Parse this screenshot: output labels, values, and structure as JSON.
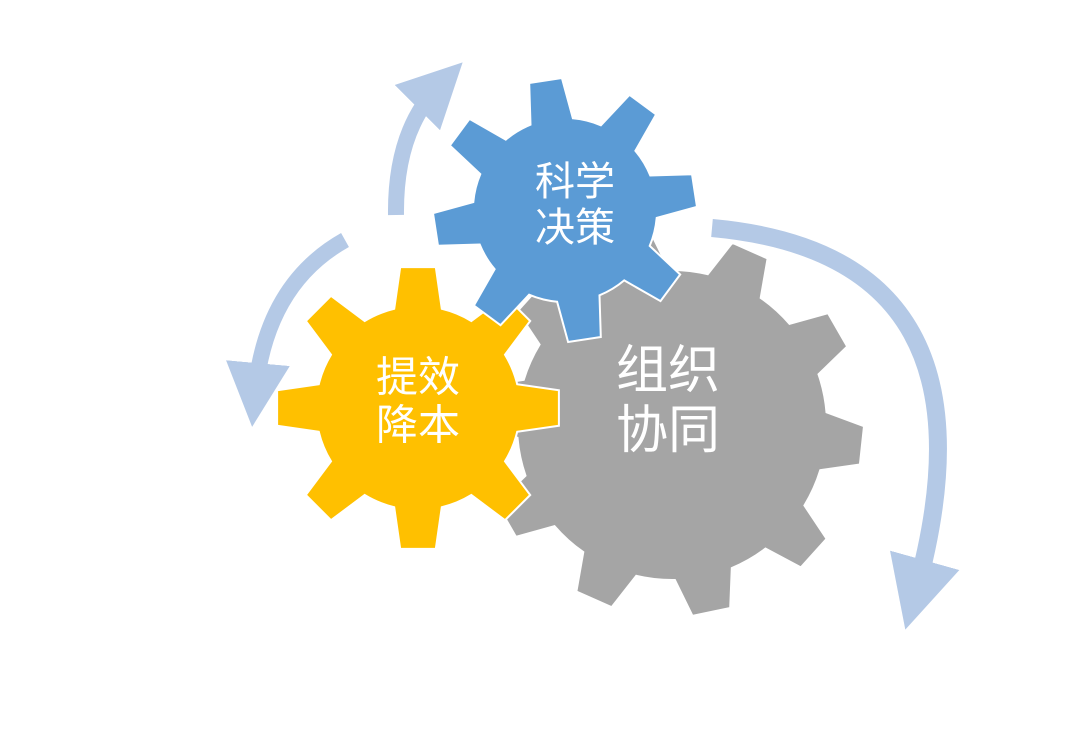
{
  "colors": {
    "blue": "#5b9bd5",
    "gray": "#a5a5a5",
    "yellow": "#ffc000",
    "arrow": "#b4c9e6",
    "text": "#ffffff"
  },
  "gears": {
    "decision": {
      "line1": "科学",
      "line2": "决策"
    },
    "collab": {
      "line1": "组织",
      "line2": "协同"
    },
    "efficiency": {
      "line1": "提效",
      "line2": "降本"
    }
  }
}
